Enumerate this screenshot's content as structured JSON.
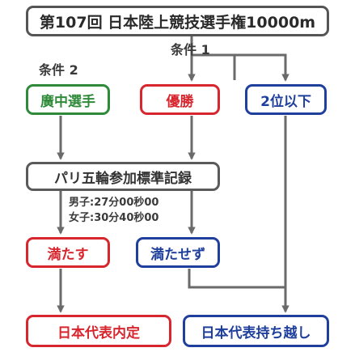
{
  "colors": {
    "line": "#6a6a6a",
    "neutral": "#5a5a5a",
    "green": "#2f8a3a",
    "red": "#d8262e",
    "blue": "#1f3f9c"
  },
  "nodes": {
    "title": "第107回 日本陸上競技選手権10000m",
    "condition2_player": "廣中選手",
    "champion": "優勝",
    "second_or_lower": "2位以下",
    "paris_standard": "パリ五輪参加標準記録",
    "met": "満たす",
    "not_met": "満たせず",
    "selected": "日本代表内定",
    "deferred": "日本代表持ち越し"
  },
  "labels": {
    "condition1": "条件 1",
    "condition2": "条件 2",
    "standard_men": "男子:27分00秒00",
    "standard_women": "女子:30分40秒00"
  }
}
